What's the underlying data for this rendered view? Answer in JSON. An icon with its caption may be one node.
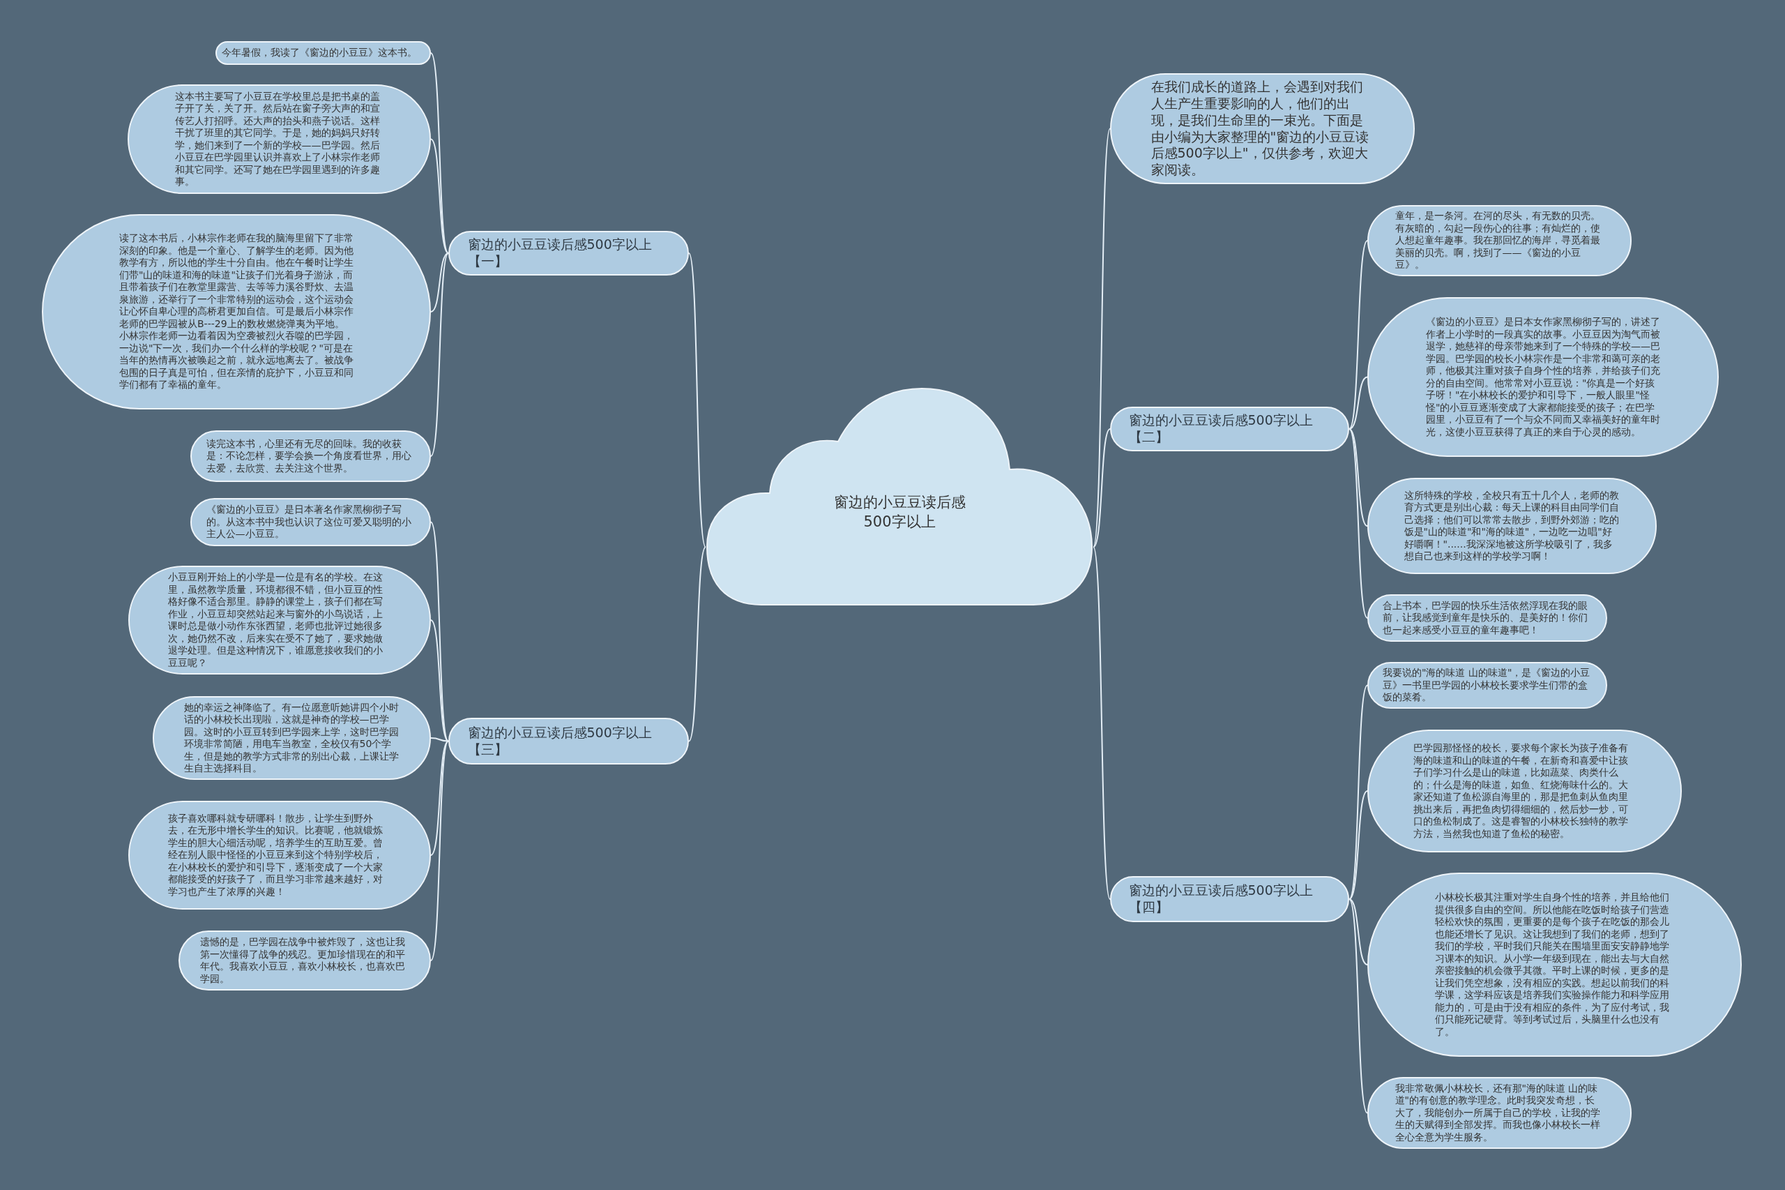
{
  "diagram": {
    "nodes": [
      {
        "text": [
          "窗边的小豆豆读后感500字以上"
        ]
      },
      {
        "text": [
          "窗边的小豆豆读后感500字以上【一】"
        ]
      },
      {
        "text": [
          "今年暑假，我读了《窗边的小豆豆》这本书。"
        ]
      },
      {
        "text": [
          "这本书主要写了小豆豆在学校里总是把书桌的盖子开了关，关了开。然后站在窗子旁大声的和宣传艺人打招呼。还大声的抬头和燕子说话。这样干扰了班里的其它同学。于是，她的妈妈只好转学，她们来到了一个新的学校——巴学园。然后小豆豆在巴学园里认识并喜欢上了小林宗作老师和其它同学。还写了她在巴学园里遇到的许多趣事。"
        ]
      },
      {
        "text": [
          "读了这本书后，小林宗作老师在我的脑海里留下了非常深刻的印象。他是一个童心、了解学生的老师。因为他教学有方，所以他的学生十分自由。他在午餐时让学生们带\"山的味道和海的味道\"让孩子们光着身子游泳，而且带着孩子们在教堂里露营、去等等力溪谷野炊、去温泉旅游，还举行了一个非常特别的运动会，这个运动会让心怀自卑心理的高桥君更加自信。可是最后小林宗作老师的巴学园被从B---29上的数枚燃烧弹夷为平地。小林宗作老师一边看着因为空袭被烈火吞噬的巴学园，一边说\"下一次，我们办一个什么样的学校呢？\"可是在当年的热情再次被唤起之前，就永远地离去了。被战争包围的日子真是可怕，但在亲情的庇护下，小豆豆和同学们都有了幸福的童年。"
        ]
      },
      {
        "text": [
          "读完这本书，心里还有无尽的回味。我的收获是：不论怎样，要学会换一个角度看世界，用心去爱，去欣赏、去关注这个世界。"
        ]
      },
      {
        "text": [
          "窗边的小豆豆读后感500字以上【三】"
        ]
      },
      {
        "text": [
          "《窗边的小豆豆》是日本著名作家黑柳彻子写的。从这本书中我也认识了这位可爱又聪明的小主人公—小豆豆。"
        ]
      },
      {
        "text": [
          "小豆豆刚开始上的小学是一位是有名的学校。在这里，虽然教学质量，环境都很不错，但小豆豆的性格好像不适合那里。静静的课堂上，孩子们都在写作业，小豆豆却突然站起来与窗外的小鸟说话，上课时总是做小动作东张西望，老师也批评过她很多次，她仍然不改，后来实在受不了她了，要求她做退学处理。但是这种情况下，谁愿意接收我们的小豆豆呢？"
        ]
      },
      {
        "text": [
          "她的幸运之神降临了。有一位愿意听她讲四个小时话的小林校长出现啦，这就是神奇的学校—巴学园。这时的小豆豆转到巴学园来上学，这时巴学园环境非常简陋，用电车当教室，全校仅有50个学生，但是她的教学方式非常的别出心裁，上课让学生自主选择科目。"
        ]
      },
      {
        "text": [
          "孩子喜欢哪科就专研哪科！散步，让学生到野外去，在无形中增长学生的知识。比赛呢，他就锻炼学生的胆大心细活动呢，培养学生的互助互爱。曾经在别人眼中怪怪的小豆豆来到这个特别学校后，在小林校长的爱护和引导下，逐渐变成了一个大家都能接受的好孩子了，而且学习非常越来越好，对学习也产生了浓厚的兴趣！"
        ]
      },
      {
        "text": [
          "遗憾的是，巴学园在战争中被炸毁了，这也让我第一次懂得了战争的残忍。更加珍惜现在的和平年代。我喜欢小豆豆，喜欢小林校长，也喜欢巴学园。"
        ]
      },
      {
        "text": [
          "在我们成长的道路上，会遇到对我们人生产生重要影响的人，他们的出现，是我们生命里的一束光。下面是由小编为大家整理的\"窗边的小豆豆读后感500字以上\"，仅供参考，欢迎大家阅读。"
        ]
      },
      {
        "text": [
          "窗边的小豆豆读后感500字以上【二】"
        ]
      },
      {
        "text": [
          "童年，是一条河。在河的尽头，有无数的贝壳。有灰暗的，勾起一段伤心的往事；有灿烂的，使人想起童年趣事。我在那回忆的海岸，寻觅着最美丽的贝壳。啊，找到了——《窗边的小豆豆》。"
        ]
      },
      {
        "text": [
          "《窗边的小豆豆》是日本女作家黑柳彻子写的，讲述了作者上小学时的一段真实的故事。小豆豆因为淘气而被退学，她慈祥的母亲带她来到了一个特殊的学校——巴学园。巴学园的校长小林宗作是一个非常和蔼可亲的老师，他极其注重对孩子自身个性的培养，并给孩子们充分的自由空间。他常常对小豆豆说：\"你真是一个好孩子呀！\"在小林校长的爱护和引导下，一般人眼里\"怪怪\"的小豆豆逐渐变成了大家都能接受的孩子；在巴学园里，小豆豆有了一个与众不同而又幸福美好的童年时光，这使小豆豆获得了真正的来自于心灵的感动。"
        ]
      },
      {
        "text": [
          "这所特殊的学校，全校只有五十几个人，老师的教育方式更是别出心裁：每天上课的科目由同学们自己选择；他们可以常常去散步，到野外郊游；吃的饭是\"山的味道\"和\"海的味道\"，一边吃一边唱\"好好嚼啊！\"......我深深地被这所学校吸引了，我多想自己也来到这样的学校学习啊！"
        ]
      },
      {
        "text": [
          "合上书本，巴学园的快乐生活依然浮现在我的眼前，让我感觉到童年是快乐的、是美好的！你们也一起来感受小豆豆的童年趣事吧！"
        ]
      },
      {
        "text": [
          "窗边的小豆豆读后感500字以上【四】"
        ]
      },
      {
        "text": [
          "我要说的\"海的味道 山的味道\"，是《窗边的小豆豆》一书里巴学园的小林校长要求学生们带的盒饭的菜肴。"
        ]
      },
      {
        "text": [
          "巴学园那怪怪的校长，要求每个家长为孩子准备有海的味道和山的味道的午餐，在新奇和喜爱中让孩子们学习什么是山的味道，比如蔬菜、肉类什么的；什么是海的味道，如鱼、红烧海味什么的。大家还知道了鱼松源自海里的，那是把鱼刺从鱼肉里挑出来后，再把鱼肉切得细细的，然后炒一炒，可口的鱼松制成了。这是睿智的小林校长独特的教学方法，当然我也知道了鱼松的秘密。"
        ]
      },
      {
        "text": [
          "小林校长极其注重对学生自身个性的培养，并且给他们提供很多自由的空间。所以他能在吃饭时给孩子们营造轻松欢快的氛围，更重要的是每个孩子在吃饭的那会儿也能还增长了见识。这让我想到了我们的老师，想到了我们的学校，平时我们只能关在围墙里面安安静静地学习课本的知识。从小学一年级到现在，能出去与大自然亲密接触的机会微乎其微。平时上课的时候，更多的是让我们凭空想象，没有相应的实践。想起以前我们的科学课，这学科应该是培养我们实验操作能力和科学应用能力的，可是由于没有相应的条件，为了应付考试，我们只能死记硬背。等到考试过后，头脑里什么也没有了。"
        ]
      },
      {
        "text": [
          "我非常敬佩小林校长，还有那\"海的味道 山的味道\"的有创意的教学理念。此时我突发奇想，长大了，我能创办一所属于自己的学校，让我的学生的天赋得到全部发挥。而我也像小林校长一样全心全意为学生服务。"
        ]
      }
    ],
    "edges": [
      {
        "from": 0,
        "to": 1,
        "arrow": "none"
      },
      {
        "from": 1,
        "to": 2,
        "arrow": "none"
      },
      {
        "from": 1,
        "to": 3,
        "arrow": "none"
      },
      {
        "from": 1,
        "to": 4,
        "arrow": "none"
      },
      {
        "from": 1,
        "to": 5,
        "arrow": "none"
      },
      {
        "from": 0,
        "to": 6,
        "arrow": "none"
      },
      {
        "from": 6,
        "to": 7,
        "arrow": "none"
      },
      {
        "from": 6,
        "to": 8,
        "arrow": "none"
      },
      {
        "from": 6,
        "to": 9,
        "arrow": "none"
      },
      {
        "from": 6,
        "to": 10,
        "arrow": "none"
      },
      {
        "from": 6,
        "to": 11,
        "arrow": "none"
      },
      {
        "from": 0,
        "to": 12,
        "arrow": "none"
      },
      {
        "from": 0,
        "to": 13,
        "arrow": "none"
      },
      {
        "from": 13,
        "to": 14,
        "arrow": "none"
      },
      {
        "from": 13,
        "to": 15,
        "arrow": "none"
      },
      {
        "from": 13,
        "to": 16,
        "arrow": "none"
      },
      {
        "from": 13,
        "to": 17,
        "arrow": "none"
      },
      {
        "from": 0,
        "to": 18,
        "arrow": "none"
      },
      {
        "from": 18,
        "to": 19,
        "arrow": "none"
      },
      {
        "from": 18,
        "to": 20,
        "arrow": "none"
      },
      {
        "from": 18,
        "to": 21,
        "arrow": "none"
      },
      {
        "from": 18,
        "to": 22,
        "arrow": "none"
      }
    ]
  }
}
